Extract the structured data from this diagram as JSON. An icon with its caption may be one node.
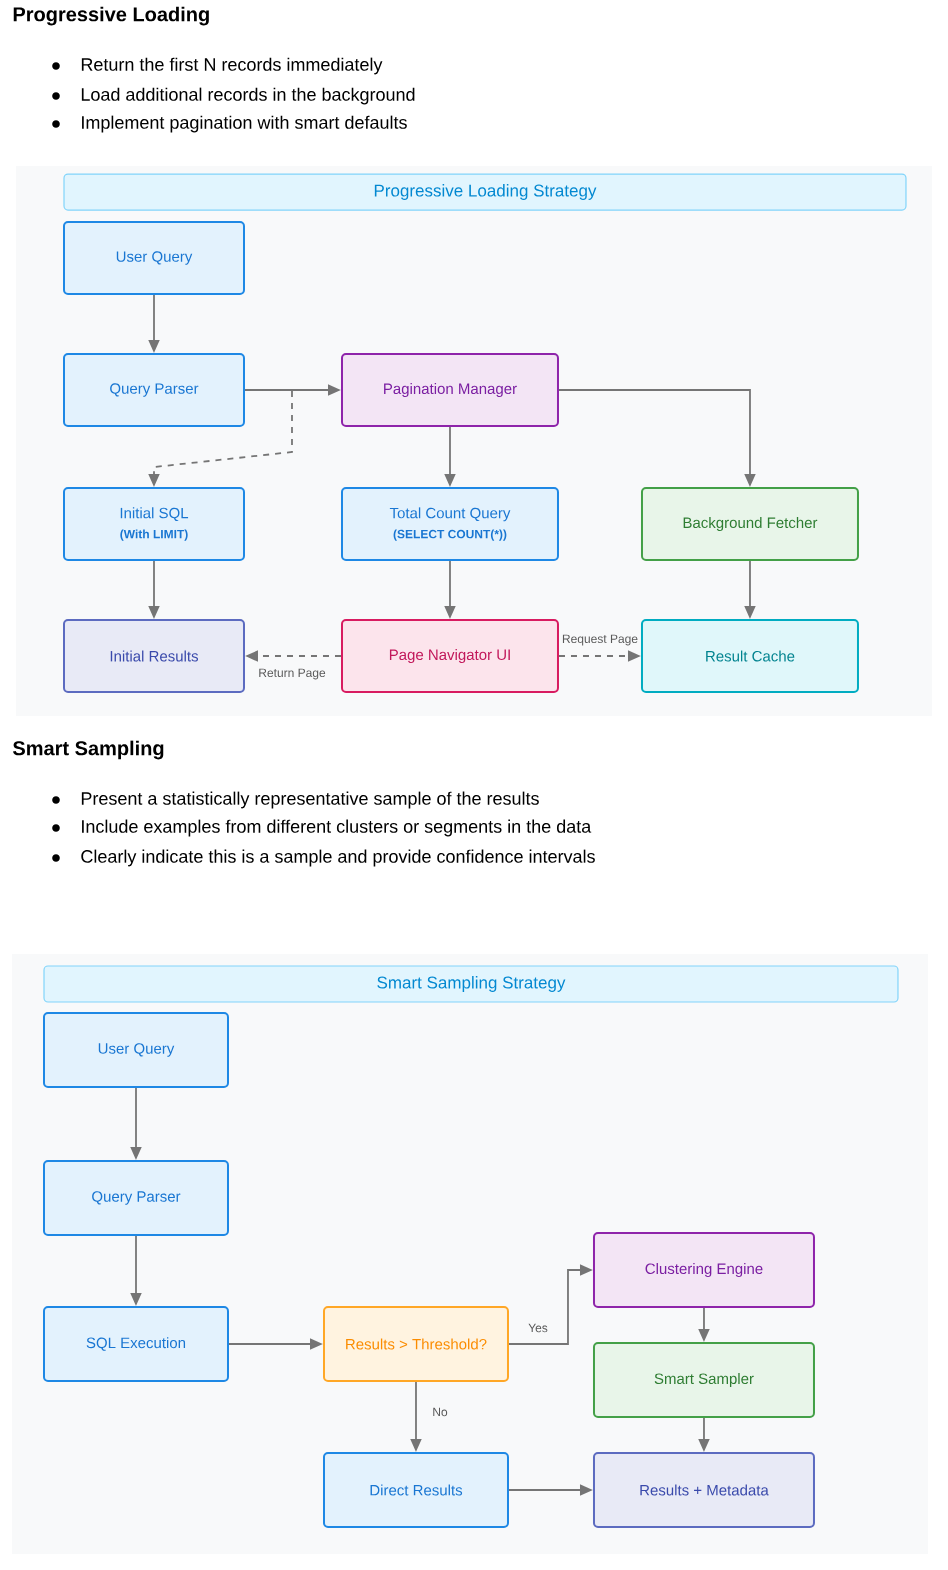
{
  "diagram": {
    "nodes": [
      {
        "text": [
          "Progressive Loading Strategy"
        ]
      },
      {
        "text": [
          "User Query"
        ]
      },
      {
        "text": [
          "Query Parser"
        ]
      },
      {
        "text": [
          "Pagination Manager"
        ]
      },
      {
        "text": [
          "Initial SQL",
          "(With LIMIT)"
        ]
      },
      {
        "text": [
          "Total Count Query",
          "(SELECT COUNT(*))"
        ]
      },
      {
        "text": [
          "Background Fetcher"
        ]
      },
      {
        "text": [
          "Initial Results"
        ]
      },
      {
        "text": [
          "Page Navigator UI"
        ]
      },
      {
        "text": [
          "Result Cache"
        ]
      },
      {
        "text": [
          "Smart Sampling Strategy"
        ]
      },
      {
        "text": [
          "User Query"
        ]
      },
      {
        "text": [
          "Query Parser"
        ]
      },
      {
        "text": [
          "SQL Execution"
        ]
      },
      {
        "text": [
          "Results > Threshold?"
        ]
      },
      {
        "text": [
          "Clustering Engine"
        ]
      },
      {
        "text": [
          "Smart Sampler"
        ]
      },
      {
        "text": [
          "Direct Results"
        ]
      },
      {
        "text": [
          "Results + Metadata"
        ]
      }
    ],
    "edges": [
      {
        "from": 1,
        "to": 2,
        "arrow": "to"
      },
      {
        "from": 2,
        "to": 3,
        "arrow": "to"
      },
      {
        "from": 2,
        "to": 4,
        "arrow": "to",
        "style": "dashed"
      },
      {
        "from": 3,
        "to": 5,
        "arrow": "to"
      },
      {
        "from": 3,
        "to": 6,
        "arrow": "to"
      },
      {
        "from": 4,
        "to": 7,
        "arrow": "to"
      },
      {
        "from": 5,
        "to": 8,
        "arrow": "to"
      },
      {
        "from": 6,
        "to": 9,
        "arrow": "to"
      },
      {
        "from": 8,
        "to": 9,
        "arrow": "to",
        "style": "dashed",
        "label": "Request Page"
      },
      {
        "from": 8,
        "to": 7,
        "arrow": "to",
        "style": "dashed",
        "label": "Return Page"
      },
      {
        "from": 11,
        "to": 12,
        "arrow": "to"
      },
      {
        "from": 12,
        "to": 13,
        "arrow": "to"
      },
      {
        "from": 13,
        "to": 14,
        "arrow": "to"
      },
      {
        "from": 14,
        "to": 15,
        "arrow": "to",
        "label": "Yes"
      },
      {
        "from": 14,
        "to": 17,
        "arrow": "to",
        "label": "No"
      },
      {
        "from": 15,
        "to": 16,
        "arrow": "to"
      },
      {
        "from": 16,
        "to": 18,
        "arrow": "to"
      },
      {
        "from": 17,
        "to": 18,
        "arrow": "to"
      }
    ],
    "labels": [
      "Progressive Loading",
      "Return the first N records immediately",
      "Load additional records in the background",
      "Implement pagination with smart defaults",
      "Smart Sampling",
      "Present a statistically representative sample of the results",
      "Include examples from different clusters or segments in the data",
      "Clearly indicate this is a sample and provide confidence intervals"
    ]
  }
}
